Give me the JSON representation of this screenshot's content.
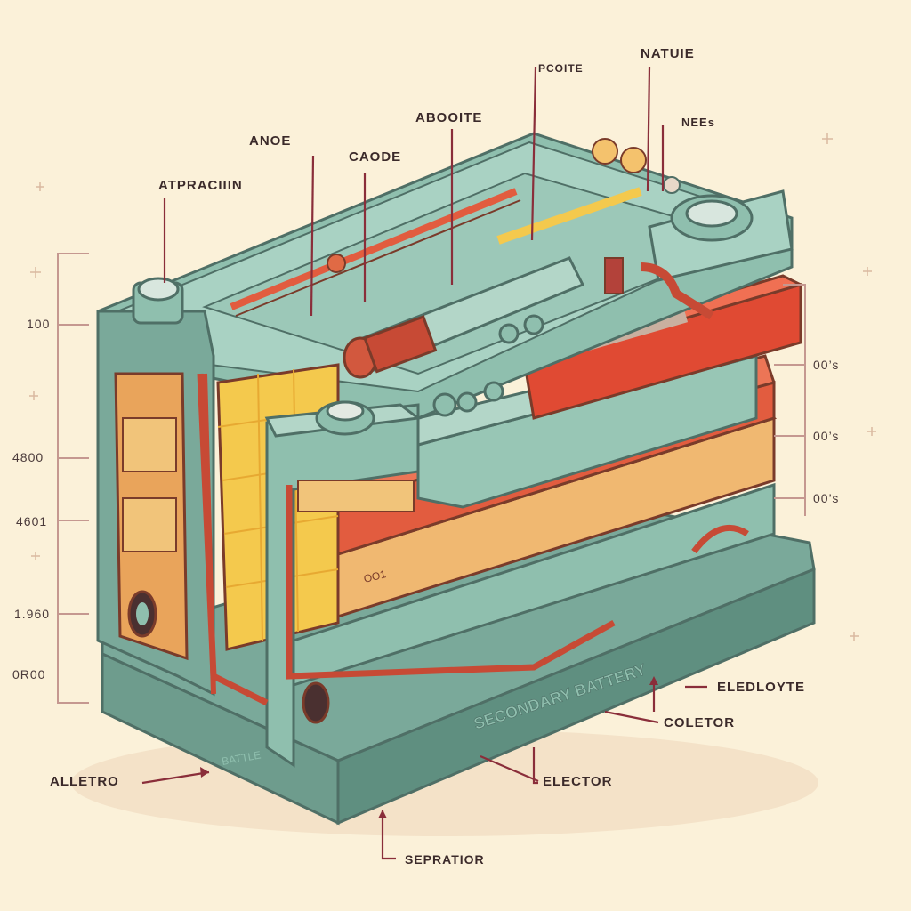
{
  "diagram": {
    "top_labels": {
      "natuie": "NATUIE",
      "pcoite": "PCOITE",
      "aboiite": "ABOOITE",
      "nees": "NEEs",
      "anoe": "ANOE",
      "caode": "CAODE",
      "atpracion": "ATPRACIIIN"
    },
    "left_values": [
      "100",
      "4800",
      "4601",
      "1.960",
      "0R00"
    ],
    "right_values": [
      "00’s",
      "00’s",
      "00’s"
    ],
    "bottom_labels": {
      "eledloyte": "ELEDLOYTE",
      "coletor": "COLETOR",
      "elector": "ELECTOR",
      "alletro": "ALLETRO",
      "sepratior": "SEPRATIOR"
    },
    "body_text": {
      "side_caption": "SECONDARY BATTERY",
      "face_caption": "BATTLE",
      "small_tag": "OO1"
    }
  },
  "colors": {
    "background": "#fbf1d9",
    "teal": "#8fbfae",
    "teal_dark": "#5f8f80",
    "red": "#e0553b",
    "orange": "#e8a35c",
    "yellow": "#f4c94d",
    "leader": "#8a2e3a"
  }
}
